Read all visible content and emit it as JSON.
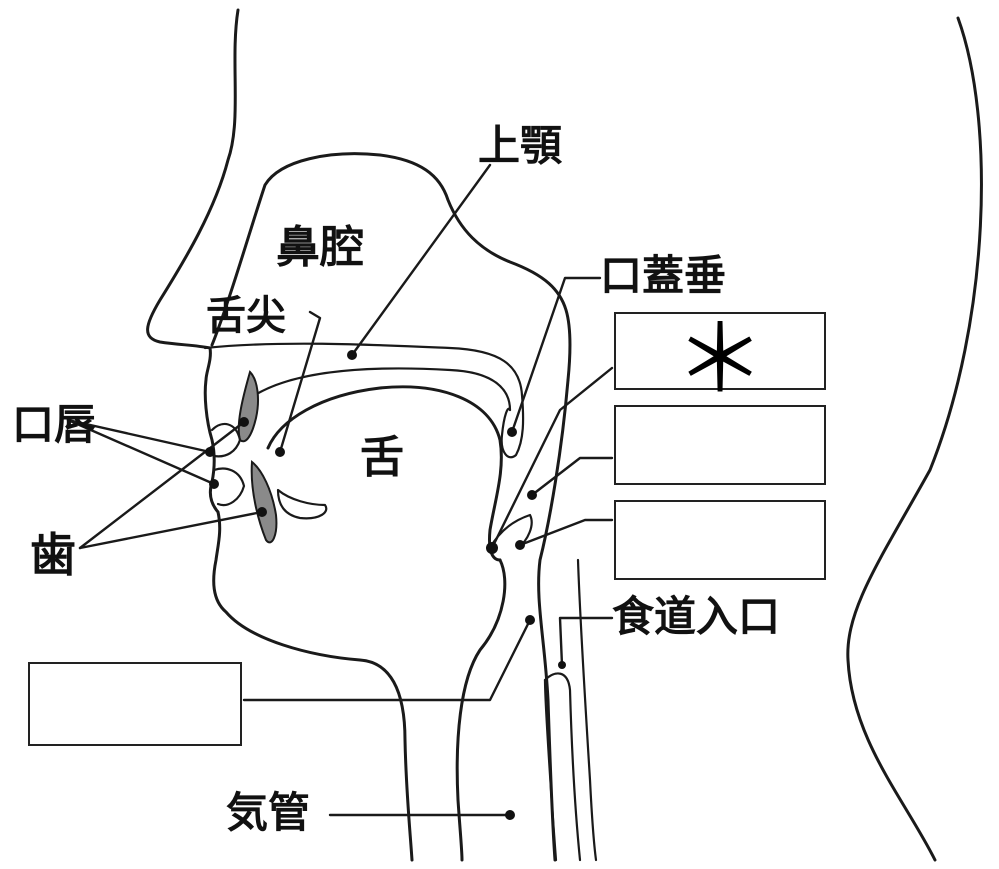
{
  "labels": {
    "upper_jaw": "上顎",
    "nasal_cavity": "鼻腔",
    "uvula": "口蓋垂",
    "tongue_tip": "舌尖",
    "lips": "口唇",
    "tongue": "舌",
    "teeth": "歯",
    "esophagus_entrance": "食道入口",
    "trachea": "気管"
  },
  "answer_boxes": {
    "box1_mark": "＊",
    "box2_mark": "",
    "box3_mark": "",
    "box4_mark": ""
  }
}
